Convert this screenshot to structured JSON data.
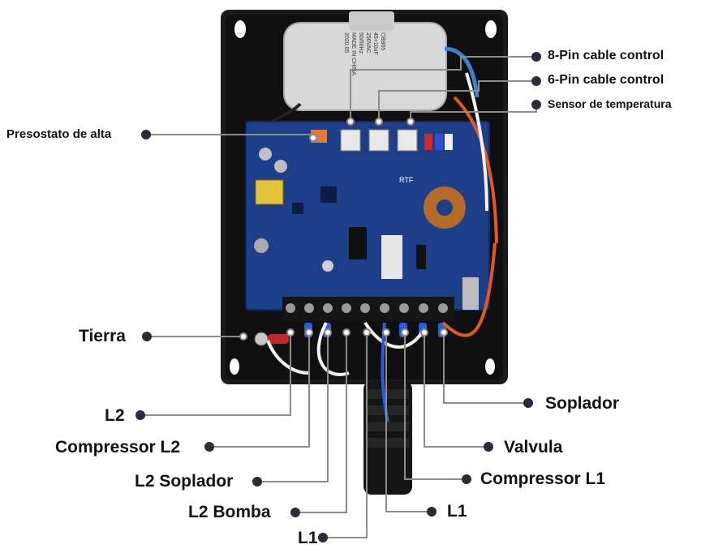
{
  "colors": {
    "leader_line": "#8c8c8c",
    "leader_dot": "#2b2b3a",
    "enclosure": "#1a1a1a",
    "pcb": "#1d3f8a",
    "capacitor": "#d8d8d8"
  },
  "labels": {
    "pin8": "8-Pin cable control",
    "pin6": "6-Pin cable control",
    "sensor": "Sensor de temperatura",
    "presostato": "Presostato de alta",
    "tierra": "Tierra",
    "soplador": "Soplador",
    "l2": "L2",
    "compressor_l2": "Compressor L2",
    "valvula": "Valvula",
    "l2_soplador": "L2 Soplador",
    "compressor_l1": "Compressor L1",
    "l2_bomba": "L2 Bomba",
    "l1_right": "L1",
    "l1_bottom": "L1"
  },
  "capacitor_print": {
    "line1": "CBB65",
    "line2": "45+10uF",
    "line3": "250VAC",
    "line4": "50/60Hz",
    "line5": "MADE IN CHINA",
    "line6": "2020.05"
  },
  "board_print": {
    "brand": "RTF"
  }
}
